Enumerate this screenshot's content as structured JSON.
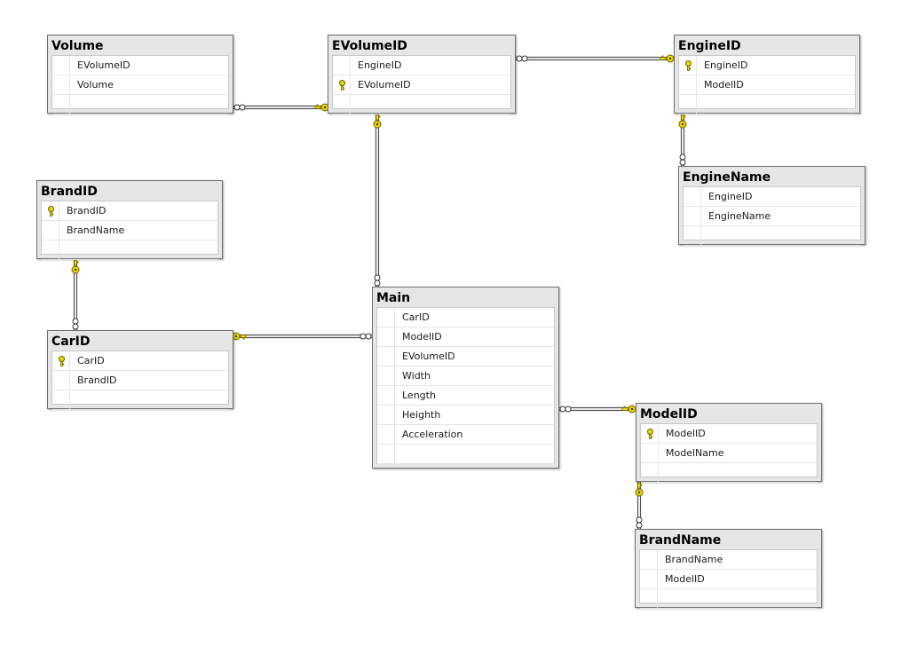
{
  "tables": [
    {
      "id": "volume",
      "title": "Volume",
      "columns": [
        {
          "name": "EVolumeID",
          "pk": false
        },
        {
          "name": "Volume",
          "pk": false
        }
      ]
    },
    {
      "id": "evolumeid",
      "title": "EVolumeID",
      "columns": [
        {
          "name": "EngineID",
          "pk": false
        },
        {
          "name": "EVolumeID",
          "pk": true
        }
      ]
    },
    {
      "id": "engineid",
      "title": "EngineID",
      "columns": [
        {
          "name": "EngineID",
          "pk": true
        },
        {
          "name": "ModelID",
          "pk": false
        }
      ]
    },
    {
      "id": "enginename",
      "title": "EngineName",
      "columns": [
        {
          "name": "EngineID",
          "pk": false
        },
        {
          "name": "EngineName",
          "pk": false
        }
      ]
    },
    {
      "id": "brandid",
      "title": "BrandID",
      "columns": [
        {
          "name": "BrandID",
          "pk": true
        },
        {
          "name": "BrandName",
          "pk": false
        }
      ]
    },
    {
      "id": "carid",
      "title": "CarID",
      "columns": [
        {
          "name": "CarID",
          "pk": true
        },
        {
          "name": "BrandID",
          "pk": false
        }
      ]
    },
    {
      "id": "main",
      "title": "Main",
      "columns": [
        {
          "name": "CarID",
          "pk": false
        },
        {
          "name": "ModelID",
          "pk": false
        },
        {
          "name": "EVolumeID",
          "pk": false
        },
        {
          "name": "Width",
          "pk": false
        },
        {
          "name": "Length",
          "pk": false
        },
        {
          "name": "Heighth",
          "pk": false
        },
        {
          "name": "Acceleration",
          "pk": false
        }
      ]
    },
    {
      "id": "modelid",
      "title": "ModelID",
      "columns": [
        {
          "name": "ModelID",
          "pk": true
        },
        {
          "name": "ModelName",
          "pk": false
        }
      ]
    },
    {
      "id": "brandname",
      "title": "BrandName",
      "columns": [
        {
          "name": "BrandName",
          "pk": false
        },
        {
          "name": "ModelID",
          "pk": false
        }
      ]
    }
  ],
  "relationships": [
    {
      "from": "volume",
      "to": "evolumeid",
      "many_end": "volume",
      "one_end": "evolumeid"
    },
    {
      "from": "evolumeid",
      "to": "engineid",
      "many_end": "evolumeid",
      "one_end": "engineid"
    },
    {
      "from": "enginename",
      "to": "engineid",
      "many_end": "enginename",
      "one_end": "engineid"
    },
    {
      "from": "main",
      "to": "evolumeid",
      "many_end": "main",
      "one_end": "evolumeid"
    },
    {
      "from": "carid",
      "to": "brandid",
      "many_end": "carid",
      "one_end": "brandid"
    },
    {
      "from": "main",
      "to": "carid",
      "many_end": "main",
      "one_end": "carid"
    },
    {
      "from": "main",
      "to": "modelid",
      "many_end": "main",
      "one_end": "modelid"
    },
    {
      "from": "brandname",
      "to": "modelid",
      "many_end": "brandname",
      "one_end": "modelid"
    }
  ],
  "icons": {
    "primary_key": "key-icon",
    "one_end": "key-icon",
    "many_end": "infinity-icon"
  },
  "colors": {
    "key_fill": "#e8d800",
    "key_stroke": "#6b6000",
    "line": "#505050",
    "header_bg": "#e6e6e6"
  }
}
